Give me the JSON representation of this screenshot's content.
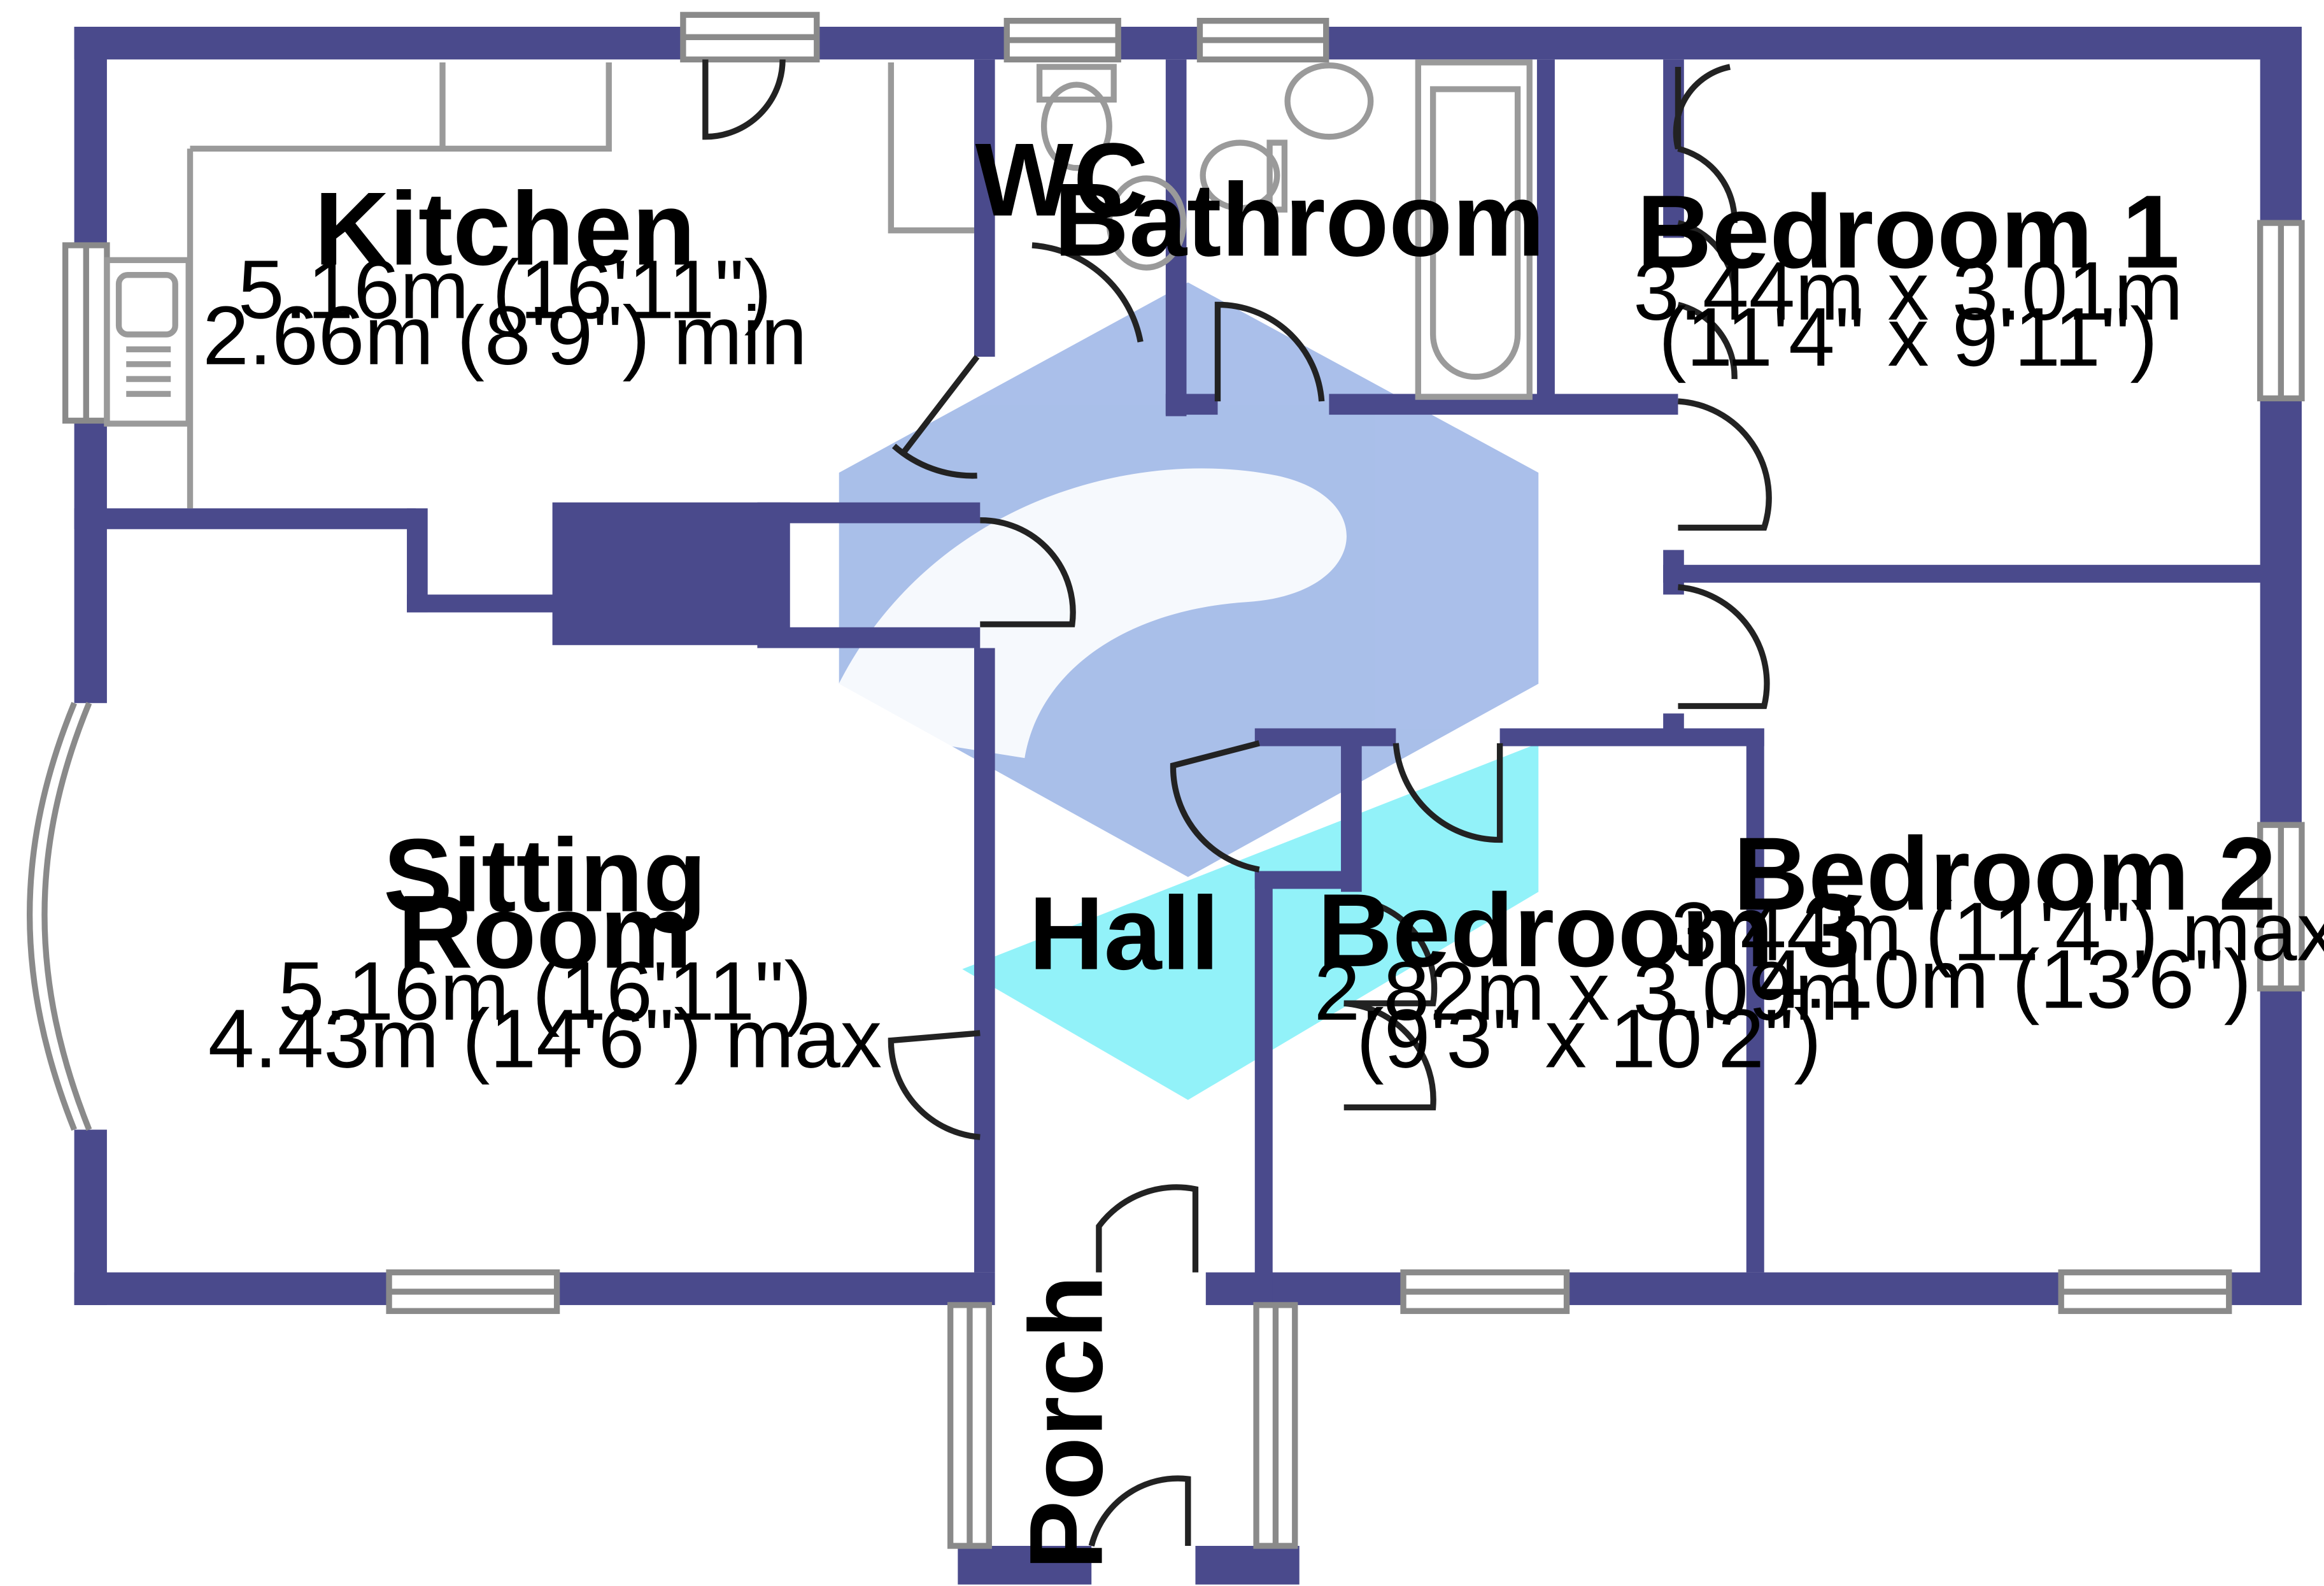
{
  "rooms": {
    "kitchen": {
      "name": "Kitchen",
      "dim1": "5.16m (16'11\")",
      "dim2": "2.66m (8'9\") min"
    },
    "wc": {
      "name": "WC"
    },
    "bathroom": {
      "name": "Bathroom"
    },
    "bedroom1": {
      "name": "Bedroom 1",
      "dim1": "3.44m x 3.01m",
      "dim2": "(11'4\" x 9'11\")"
    },
    "sitting": {
      "name1": "Sitting",
      "name2": "Room",
      "dim1": "5.16m (16'11\")",
      "dim2": "4.43m (14'6\") max"
    },
    "hall": {
      "name": "Hall"
    },
    "bedroom3": {
      "name": "Bedroom 3",
      "dim1": "2.82m x 3.09m",
      "dim2": "(9'3\" x 10'2\")"
    },
    "bedroom2": {
      "name": "Bedroom 2",
      "dim1": "3.44m (11'4\") max",
      "dim2": "4.10m (13'6\")"
    },
    "porch": {
      "name": "Porch"
    }
  },
  "colors": {
    "wall": "#4a4a8c",
    "watermark_blue": "#9bb4e6",
    "watermark_cyan": "#7ff0f8"
  }
}
